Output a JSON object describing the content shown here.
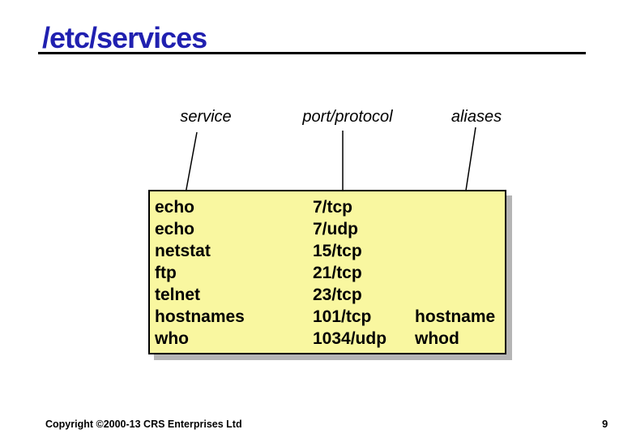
{
  "page": {
    "title": "/etc/services",
    "footer": "Copyright ©2000-13 CRS Enterprises Ltd",
    "page_number": "9"
  },
  "labels": {
    "service": "service",
    "port_protocol": "port/protocol",
    "aliases": "aliases"
  },
  "table": {
    "columns": [
      "service",
      "port/protocol",
      "aliases"
    ],
    "rows": [
      {
        "service": "echo",
        "port": "7/tcp",
        "alias": ""
      },
      {
        "service": "echo",
        "port": "7/udp",
        "alias": ""
      },
      {
        "service": "netstat",
        "port": "15/tcp",
        "alias": ""
      },
      {
        "service": "ftp",
        "port": "21/tcp",
        "alias": ""
      },
      {
        "service": "telnet",
        "port": "23/tcp",
        "alias": ""
      },
      {
        "service": "hostnames",
        "port": "101/tcp",
        "alias": "hostname"
      },
      {
        "service": "who",
        "port": "1034/udp",
        "alias": "whod"
      }
    ]
  },
  "colors": {
    "title": "#2020b0",
    "underline": "#000000",
    "box_fill": "#f9f7a0",
    "box_border": "#000000",
    "box_shadow": "#b5b5b5",
    "line": "#000000",
    "text": "#000000",
    "background": "#ffffff"
  }
}
